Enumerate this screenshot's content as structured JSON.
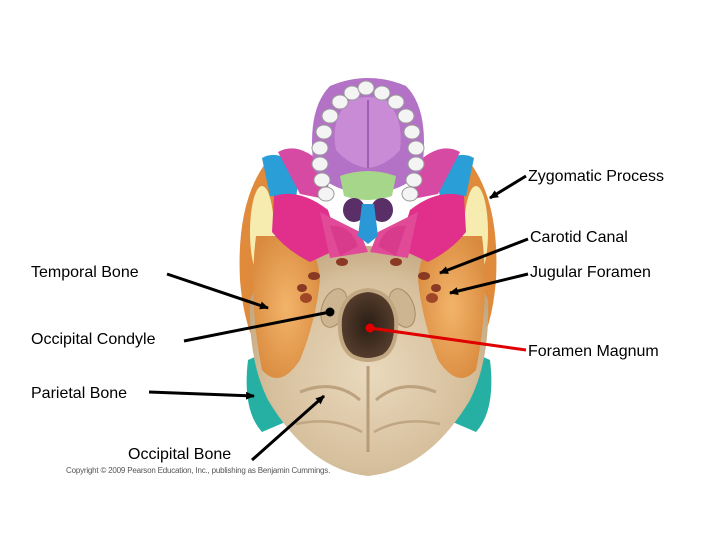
{
  "labels": {
    "zygomatic_process": "Zygomatic Process",
    "carotid_canal": "Carotid Canal",
    "temporal_bone": "Temporal Bone",
    "jugular_foramen": "Jugular Foramen",
    "occipital_condyle": "Occipital Condyle",
    "foramen_magnum": "Foramen Magnum",
    "parietal_bone": "Parietal Bone",
    "occipital_bone": "Occipital Bone"
  },
  "copyright": "Copyright © 2009 Pearson Education, Inc., publishing as Benjamin Cummings.",
  "colors": {
    "bone": "#d9c4a3",
    "temporal": "#e8a05a",
    "zygomatic": "#e8389a",
    "maxilla": "#b070c8",
    "parietal": "#2ab5a8",
    "vomer": "#a8d88a",
    "arrow_default": "#000000",
    "arrow_highlight": "#e00000"
  }
}
